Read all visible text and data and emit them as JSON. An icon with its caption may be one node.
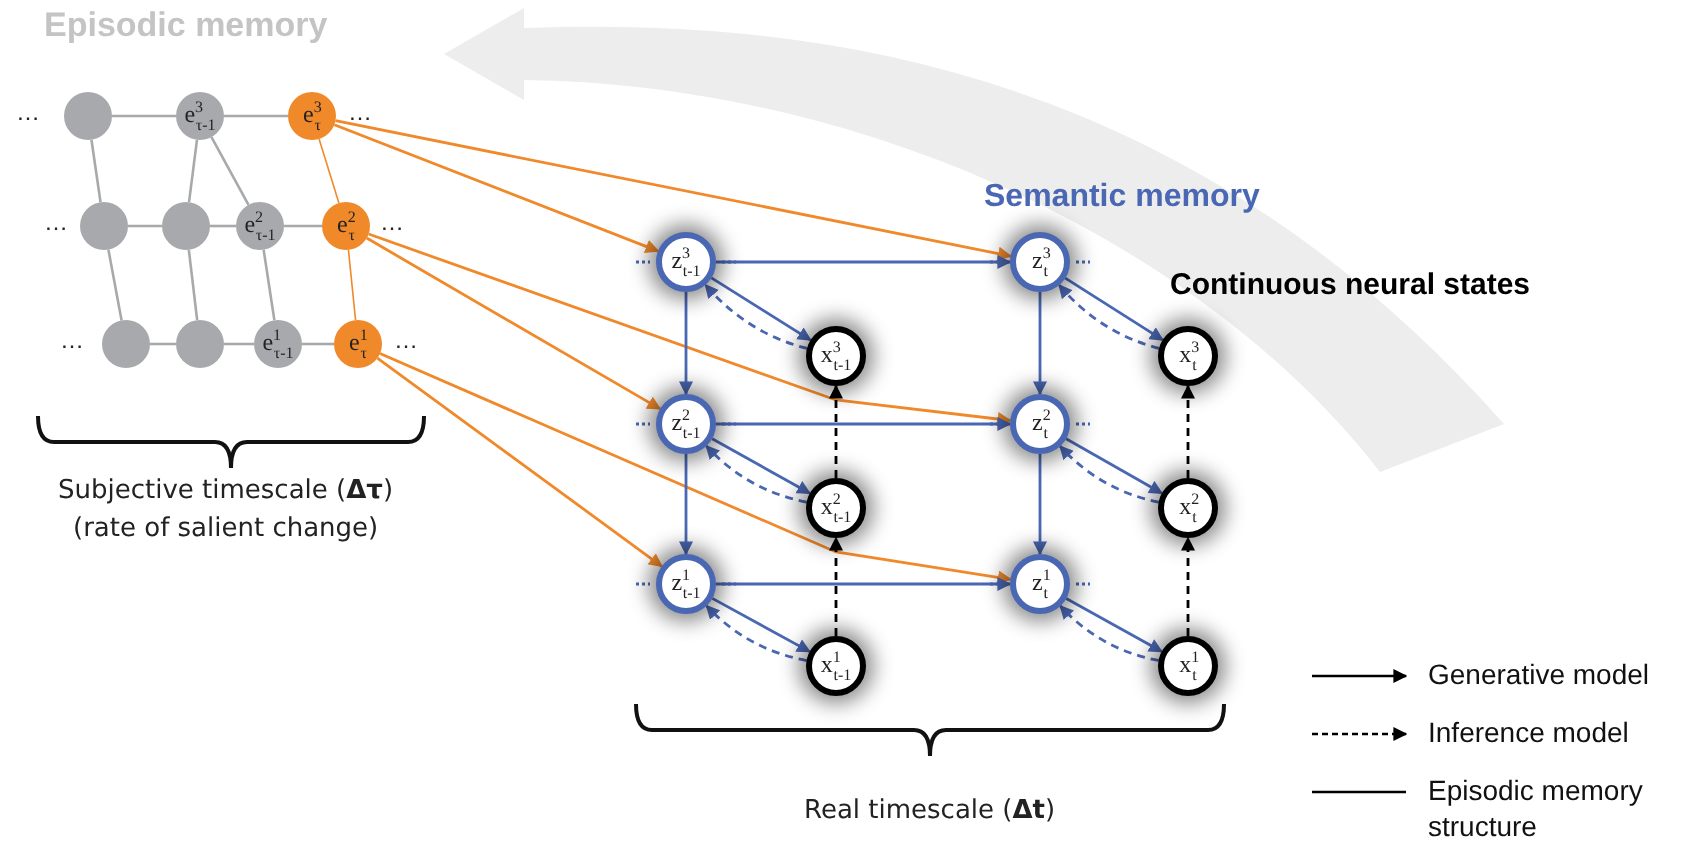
{
  "diagram": {
    "nodes": [
      {
        "text": [],
        "shape": "circle"
      },
      {
        "text": [
          "e$^{3}$$_{τ-1}$"
        ]
      },
      {
        "text": [
          "e$^{3}$$_{τ}$"
        ]
      },
      {
        "text": [],
        "shape": "circle"
      },
      {
        "text": [],
        "shape": "circle"
      },
      {
        "text": [
          "e$^{2}$$_{τ-1}$"
        ]
      },
      {
        "text": [
          "e$^{2}$$_{τ}$"
        ]
      },
      {
        "text": [],
        "shape": "circle"
      },
      {
        "text": [],
        "shape": "circle"
      },
      {
        "text": [
          "e$^{1}$$_{τ-1}$"
        ]
      },
      {
        "text": [
          "e$^{1}$$_{τ}$"
        ]
      },
      {
        "text": [
          "z$^{3}$$_{t-1}$"
        ]
      },
      {
        "text": [
          "z$^{3}$$_{t}$"
        ]
      },
      {
        "text": [
          "x$^{3}$$_{t-1}$"
        ]
      },
      {
        "text": [
          "x$^{3}$$_{t}$"
        ]
      },
      {
        "text": [
          "z$^{2}$$_{t-1}$"
        ]
      },
      {
        "text": [
          "z$^{2}$$_{t}$"
        ]
      },
      {
        "text": [
          "x$^{2}$$_{t-1}$"
        ]
      },
      {
        "text": [
          "x$^{2}$$_{t}$"
        ]
      },
      {
        "text": [
          "z$^{1}$$_{t-1}$"
        ]
      },
      {
        "text": [
          "z$^{1}$$_{t}$"
        ]
      },
      {
        "text": [
          "x$^{1}$$_{t-1}$"
        ]
      },
      {
        "text": [
          "x$^{1}$$_{t}$"
        ]
      }
    ],
    "edges": [
      {
        "from": 0,
        "to": 1,
        "arrow": "none",
        "color": "#a7a9ac"
      },
      {
        "from": 1,
        "to": 2,
        "arrow": "none",
        "color": "#a7a9ac"
      },
      {
        "from": 3,
        "to": 4,
        "arrow": "none",
        "color": "#a7a9ac"
      },
      {
        "from": 4,
        "to": 5,
        "arrow": "none",
        "color": "#a7a9ac"
      },
      {
        "from": 5,
        "to": 6,
        "arrow": "none",
        "color": "#a7a9ac"
      },
      {
        "from": 7,
        "to": 8,
        "arrow": "none",
        "color": "#a7a9ac"
      },
      {
        "from": 8,
        "to": 9,
        "arrow": "none",
        "color": "#a7a9ac"
      },
      {
        "from": 9,
        "to": 10,
        "arrow": "none",
        "color": "#a7a9ac"
      },
      {
        "from": 0,
        "to": 3,
        "arrow": "none",
        "color": "#a7a9ac"
      },
      {
        "from": 3,
        "to": 7,
        "arrow": "none",
        "color": "#a7a9ac"
      },
      {
        "from": 1,
        "to": 4,
        "arrow": "none",
        "color": "#a7a9ac"
      },
      {
        "from": 4,
        "to": 8,
        "arrow": "none",
        "color": "#a7a9ac"
      },
      {
        "from": 1,
        "to": 5,
        "arrow": "none",
        "color": "#a7a9ac"
      },
      {
        "from": 5,
        "to": 9,
        "arrow": "none",
        "color": "#a7a9ac"
      },
      {
        "from": 2,
        "to": 6,
        "arrow": "none",
        "color": "#f0892a"
      },
      {
        "from": 6,
        "to": 10,
        "arrow": "none",
        "color": "#f0892a"
      },
      {
        "from": 2,
        "to": 11,
        "arrow": "to",
        "color": "#f0892a"
      },
      {
        "from": 2,
        "to": 12,
        "arrow": "to",
        "color": "#f0892a"
      },
      {
        "from": 6,
        "to": 15,
        "arrow": "to",
        "color": "#f0892a"
      },
      {
        "from": 6,
        "to": 16,
        "arrow": "to",
        "color": "#f0892a"
      },
      {
        "from": 10,
        "to": 19,
        "arrow": "to",
        "color": "#f0892a"
      },
      {
        "from": 10,
        "to": 20,
        "arrow": "to",
        "color": "#f0892a"
      },
      {
        "from": 11,
        "to": 12,
        "arrow": "to"
      },
      {
        "from": 15,
        "to": 16,
        "arrow": "to"
      },
      {
        "from": 19,
        "to": 20,
        "arrow": "to"
      },
      {
        "from": 11,
        "to": 15,
        "arrow": "to"
      },
      {
        "from": 15,
        "to": 19,
        "arrow": "to"
      },
      {
        "from": 12,
        "to": 16,
        "arrow": "to"
      },
      {
        "from": 16,
        "to": 20,
        "arrow": "to"
      },
      {
        "from": 11,
        "to": 13,
        "arrow": "to"
      },
      {
        "from": 12,
        "to": 14,
        "arrow": "to"
      },
      {
        "from": 15,
        "to": 17,
        "arrow": "to"
      },
      {
        "from": 16,
        "to": 18,
        "arrow": "to"
      },
      {
        "from": 19,
        "to": 21,
        "arrow": "to"
      },
      {
        "from": 20,
        "to": 22,
        "arrow": "to"
      },
      {
        "from": 13,
        "to": 11,
        "arrow": "to",
        "style": "dashed"
      },
      {
        "from": 14,
        "to": 12,
        "arrow": "to",
        "style": "dashed"
      },
      {
        "from": 17,
        "to": 15,
        "arrow": "to",
        "style": "dashed"
      },
      {
        "from": 18,
        "to": 16,
        "arrow": "to",
        "style": "dashed"
      },
      {
        "from": 21,
        "to": 19,
        "arrow": "to",
        "style": "dashed"
      },
      {
        "from": 22,
        "to": 20,
        "arrow": "to",
        "style": "dashed"
      },
      {
        "from": 21,
        "to": 17,
        "arrow": "to",
        "style": "dashed",
        "color": "#000000"
      },
      {
        "from": 17,
        "to": 13,
        "arrow": "to",
        "style": "dashed",
        "color": "#000000"
      },
      {
        "from": 22,
        "to": 18,
        "arrow": "to",
        "style": "dashed",
        "color": "#000000"
      },
      {
        "from": 18,
        "to": 14,
        "arrow": "to",
        "style": "dashed",
        "color": "#000000"
      }
    ],
    "labels": [
      "Episodic memory",
      "…",
      "…",
      "Semantic memory",
      "…",
      "…",
      "Continuous neural states",
      "…",
      "…",
      "Subjective timescale (**Δτ**)",
      "(rate of salient change)",
      "Real timescale (**Δt**)"
    ],
    "legend": [
      {
        "text": "Generative model"
      },
      {
        "text": "Inference model"
      },
      {
        "text": "Episodic memory structure"
      }
    ]
  }
}
